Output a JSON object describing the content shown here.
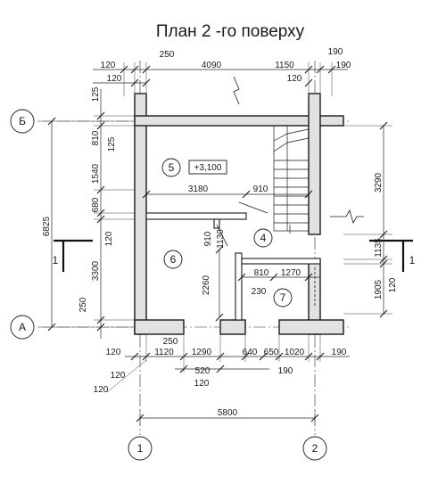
{
  "title": "План 2 -го поверху",
  "axes": {
    "axis_1": "1",
    "axis_2": "2",
    "axis_A": "А",
    "axis_B": "Б",
    "section_1_left": "1",
    "section_1_right": "1"
  },
  "rooms": {
    "room_4": "4",
    "room_5": "5",
    "room_6": "6",
    "room_7": "7"
  },
  "level_mark": "+3,100",
  "dimensions": {
    "top": {
      "d120_a": "120",
      "d250": "250",
      "d4090": "4090",
      "d1150": "1150",
      "d190_a": "190",
      "d190_b": "190",
      "d120_b": "120",
      "d120_c": "120"
    },
    "left": {
      "d125_a": "125",
      "d810": "810",
      "d125_b": "125",
      "d1540": "1540",
      "d680": "680",
      "d120": "120",
      "d3300": "3300",
      "d250": "250",
      "d6825": "6825"
    },
    "right": {
      "d3290": "3290",
      "d1135": "1135",
      "d120": "120",
      "d1905": "1905"
    },
    "interior": {
      "d3180": "3180",
      "d910_a": "910",
      "d910_b": "910",
      "d1130": "1130",
      "d2260": "2260",
      "d810": "810",
      "d1270": "1270",
      "d230": "230"
    },
    "bottom": {
      "d250": "250",
      "d120_a": "120",
      "d1120": "1120",
      "d1290": "1290",
      "d640": "640",
      "d650": "650",
      "d1020": "1020",
      "d190_a": "190",
      "d120_b": "120",
      "d520": "520",
      "d190_b": "190",
      "d120_c": "120",
      "d120_d": "120",
      "d5800": "5800"
    }
  }
}
